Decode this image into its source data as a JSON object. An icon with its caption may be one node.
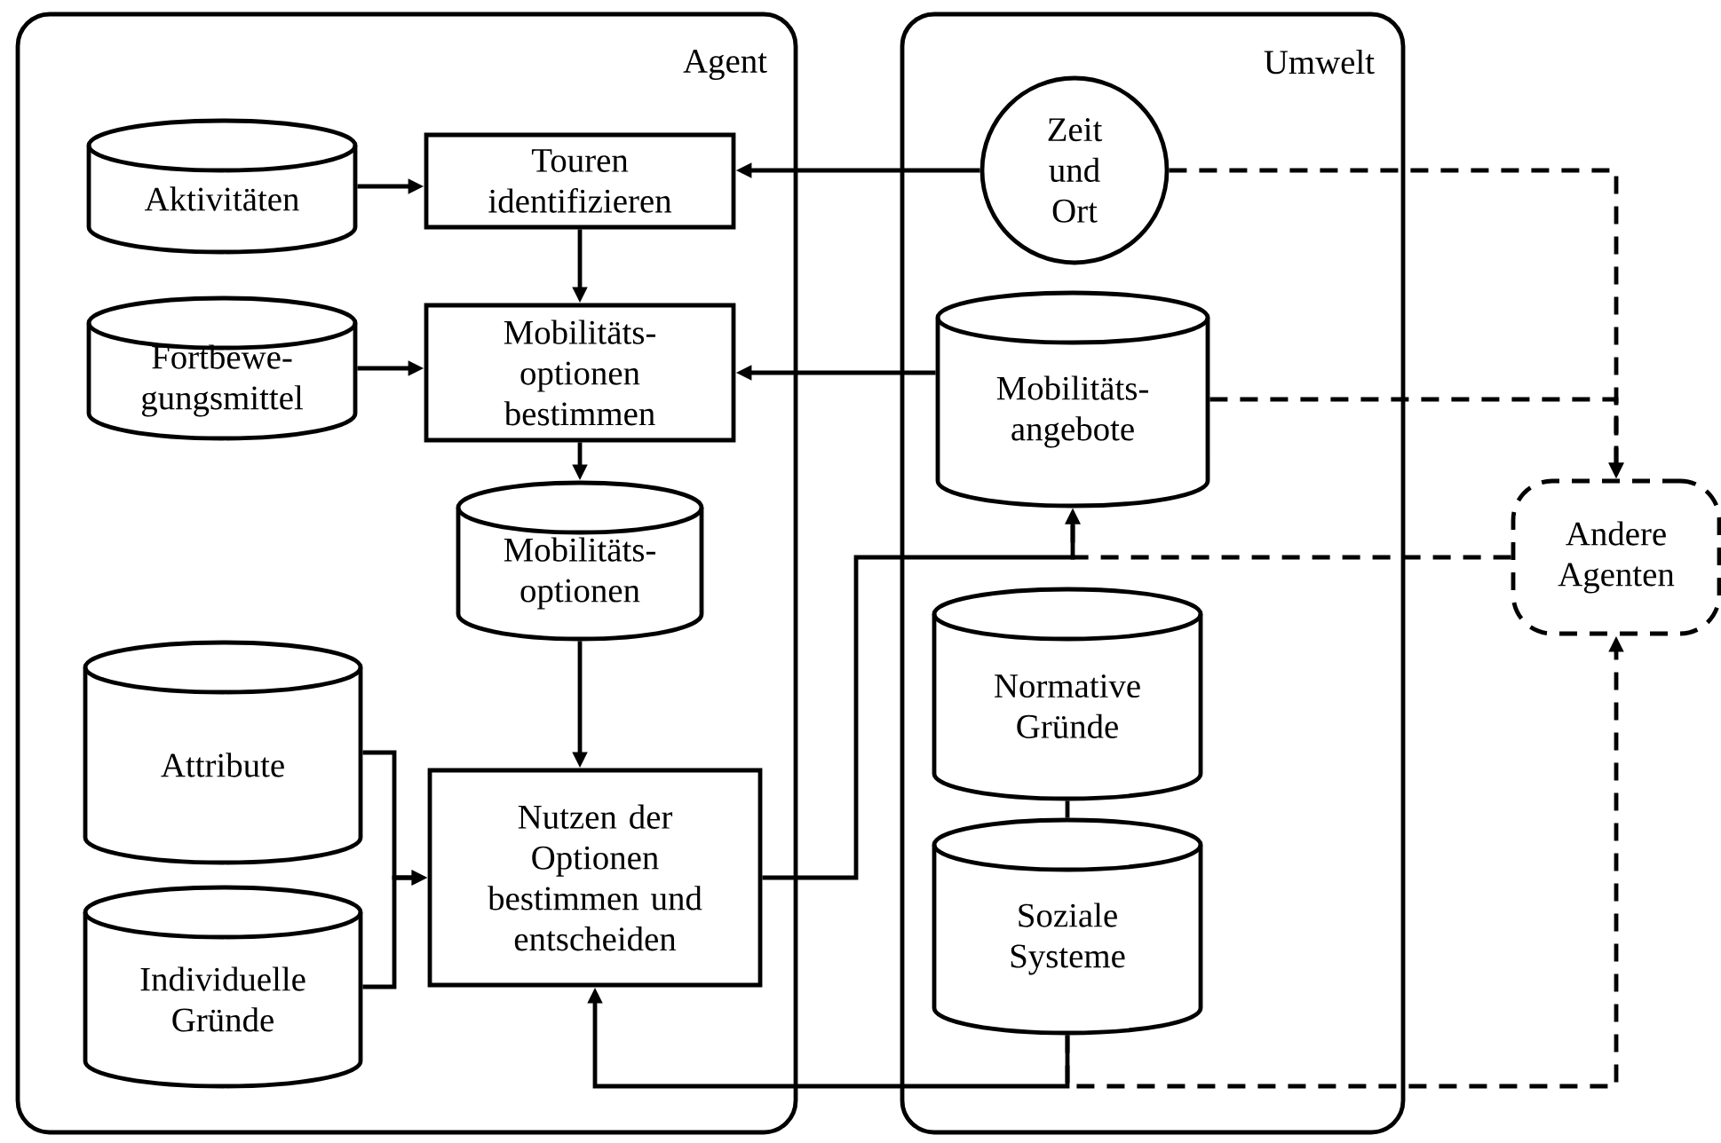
{
  "diagram": {
    "nodes": [
      {
        "text": [
          "Agent"
        ]
      },
      {
        "text": [
          "Umwelt"
        ]
      },
      {
        "text": [
          "Aktivitäten"
        ],
        "in": 0
      },
      {
        "text": [
          "Touren identifizieren"
        ],
        "in": 0
      },
      {
        "text": [
          "Zeit und Ort"
        ],
        "in": 1
      },
      {
        "text": [
          "Fortbewe- gungsmittel"
        ],
        "in": 0
      },
      {
        "text": [
          "Mobilitäts- optionen bestimmen"
        ],
        "in": 0
      },
      {
        "text": [
          "Mobilitäts- angebote"
        ],
        "in": 1
      },
      {
        "text": [
          "Andere Agenten"
        ]
      },
      {
        "text": [
          "Mobilitäts- optionen"
        ],
        "in": 0
      },
      {
        "text": [
          "Attribute"
        ],
        "in": 0
      },
      {
        "text": [
          "Nutzen der Optionen bestimmen und entscheiden"
        ],
        "in": 0
      },
      {
        "text": [
          "Normative Gründe"
        ],
        "in": 1
      },
      {
        "text": [
          "Individuelle Gründe"
        ],
        "in": 0
      },
      {
        "text": [
          "Soziale Systeme"
        ],
        "in": 1
      }
    ],
    "edges": [
      {
        "from": 2,
        "to": 3,
        "arrow": "to"
      },
      {
        "from": 4,
        "to": 3,
        "arrow": "to"
      },
      {
        "from": 3,
        "to": 6,
        "arrow": "to"
      },
      {
        "from": 5,
        "to": 6,
        "arrow": "to"
      },
      {
        "from": 7,
        "to": 6,
        "arrow": "to"
      },
      {
        "from": 6,
        "to": 9,
        "arrow": "to"
      },
      {
        "from": 9,
        "to": 11,
        "arrow": "to"
      },
      {
        "from": 10,
        "to": 11,
        "arrow": "to"
      },
      {
        "from": 13,
        "to": 11,
        "arrow": "to"
      },
      {
        "from": 11,
        "to": 7,
        "arrow": "to"
      },
      {
        "from": 14,
        "to": 11,
        "arrow": "to"
      },
      {
        "from": 12,
        "to": 14,
        "arrow": "none"
      },
      {
        "from": 4,
        "to": 8,
        "arrow": "to",
        "style": "dashed"
      },
      {
        "from": 7,
        "to": 8,
        "arrow": "to",
        "style": "dashed"
      },
      {
        "from": 8,
        "to": 7,
        "arrow": "to",
        "style": "dashed"
      },
      {
        "from": 14,
        "to": 8,
        "arrow": "to",
        "style": "dashed"
      }
    ]
  }
}
